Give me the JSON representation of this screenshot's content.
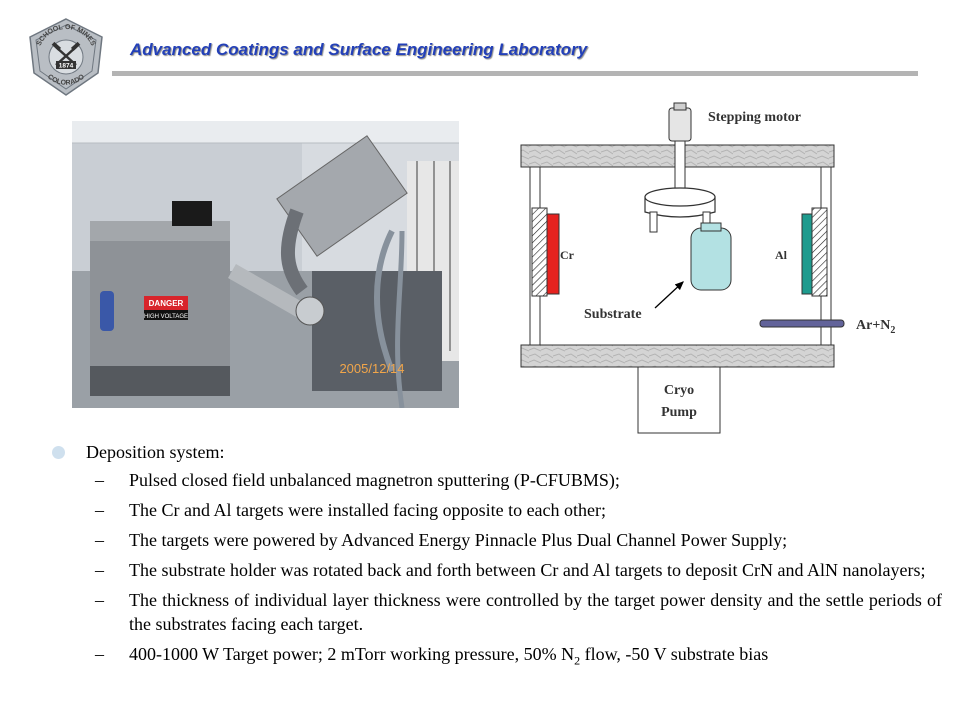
{
  "header": {
    "lab_title": "Advanced Coatings and Surface Engineering Laboratory",
    "logo_text": {
      "top": "SCHOOL OF MINES",
      "bottom": "COLORADO",
      "year": "1874"
    }
  },
  "photo": {
    "danger_label": "DANGER",
    "warning_label": "HIGH VOLTAGE",
    "date_stamp": "2005/12/14"
  },
  "diagram": {
    "stepping_motor": "Stepping motor",
    "cr_label": "Cr",
    "al_label": "Al",
    "substrate_label": "Substrate",
    "gas_label_base": "Ar+N",
    "gas_label_sub": "2",
    "pump_line1": "Cryo",
    "pump_line2": "Pump"
  },
  "content": {
    "bullet_main": "Deposition system:",
    "items": [
      "Pulsed closed field unbalanced magnetron sputtering (P-CFUBMS);",
      "The Cr and Al targets were installed facing opposite to each other;",
      "The targets were powered by Advanced Energy Pinnacle Plus Dual Channel Power Supply;",
      "The substrate holder was rotated back and forth between Cr and Al targets to deposit CrN and AlN nanolayers;",
      "The thickness of individual layer thickness were controlled by the target power density and the settle periods of the substrates facing each target."
    ],
    "last_item_part1": "400-1000 W Target power; 2 mTorr working pressure, 50% N",
    "last_item_sub": "2",
    "last_item_part2": " flow, -50 V substrate bias"
  }
}
